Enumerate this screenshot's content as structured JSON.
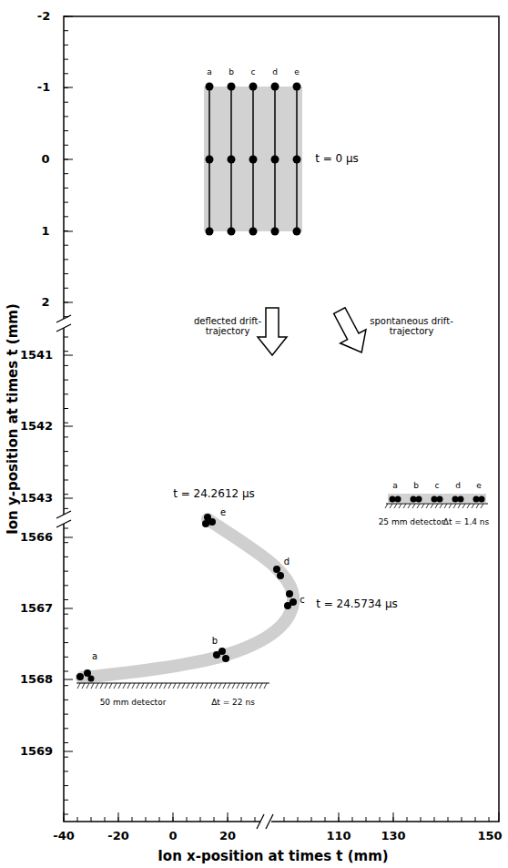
{
  "diagram": {
    "labels": [
      "-2",
      "-1",
      "0",
      "1",
      "2",
      "1541",
      "1542",
      "1543",
      "1566",
      "1567",
      "1568",
      "1569",
      "-40",
      "-20",
      "0",
      "20",
      "110",
      "130",
      "150",
      "Ion y-position at times t (mm)",
      "Ion x-position at times t (mm)",
      "a",
      "b",
      "c",
      "d",
      "e",
      "t = 0 µs",
      "deflected drift-trajectory",
      "spontaneous drift-trajectory",
      "t = 24.2612 µs",
      "a",
      "b",
      "c",
      "d",
      "e",
      "25 mm detector",
      "Δt = 1.4 ns",
      "e",
      "d",
      "c",
      "b",
      "a",
      "t = 24.5734 µs",
      "50 mm detector",
      "Δt = 22 ns"
    ]
  }
}
